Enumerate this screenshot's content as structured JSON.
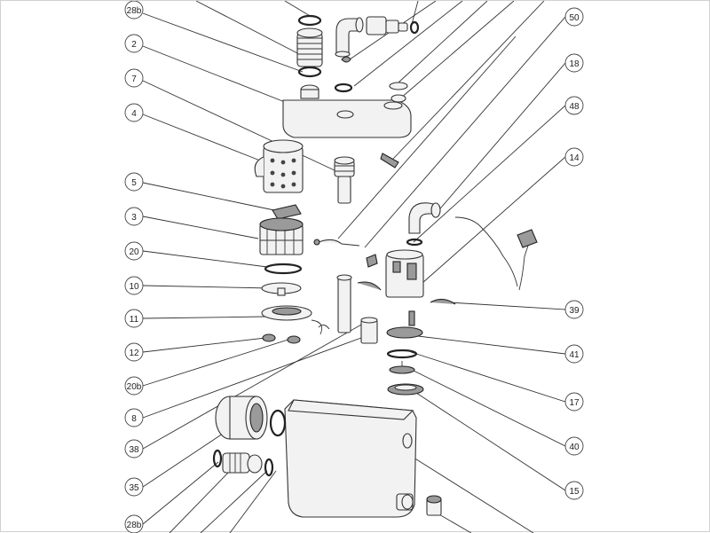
{
  "diagram": {
    "callouts_left": [
      {
        "id": "c-28b-top",
        "label": "28b"
      },
      {
        "id": "c-2",
        "label": "2"
      },
      {
        "id": "c-7",
        "label": "7"
      },
      {
        "id": "c-4",
        "label": "4"
      },
      {
        "id": "c-5",
        "label": "5"
      },
      {
        "id": "c-3",
        "label": "3"
      },
      {
        "id": "c-20",
        "label": "20"
      },
      {
        "id": "c-10",
        "label": "10"
      },
      {
        "id": "c-11",
        "label": "11"
      },
      {
        "id": "c-12",
        "label": "12"
      },
      {
        "id": "c-20b",
        "label": "20b"
      },
      {
        "id": "c-8",
        "label": "8"
      },
      {
        "id": "c-38",
        "label": "38"
      },
      {
        "id": "c-35",
        "label": "35"
      },
      {
        "id": "c-28b-bottom",
        "label": "28b"
      }
    ],
    "callouts_right": [
      {
        "id": "c-50",
        "label": "50"
      },
      {
        "id": "c-18",
        "label": "18"
      },
      {
        "id": "c-48",
        "label": "48"
      },
      {
        "id": "c-14",
        "label": "14"
      },
      {
        "id": "c-39",
        "label": "39"
      },
      {
        "id": "c-41",
        "label": "41"
      },
      {
        "id": "c-17",
        "label": "17"
      },
      {
        "id": "c-40",
        "label": "40"
      },
      {
        "id": "c-15",
        "label": "15"
      }
    ]
  }
}
